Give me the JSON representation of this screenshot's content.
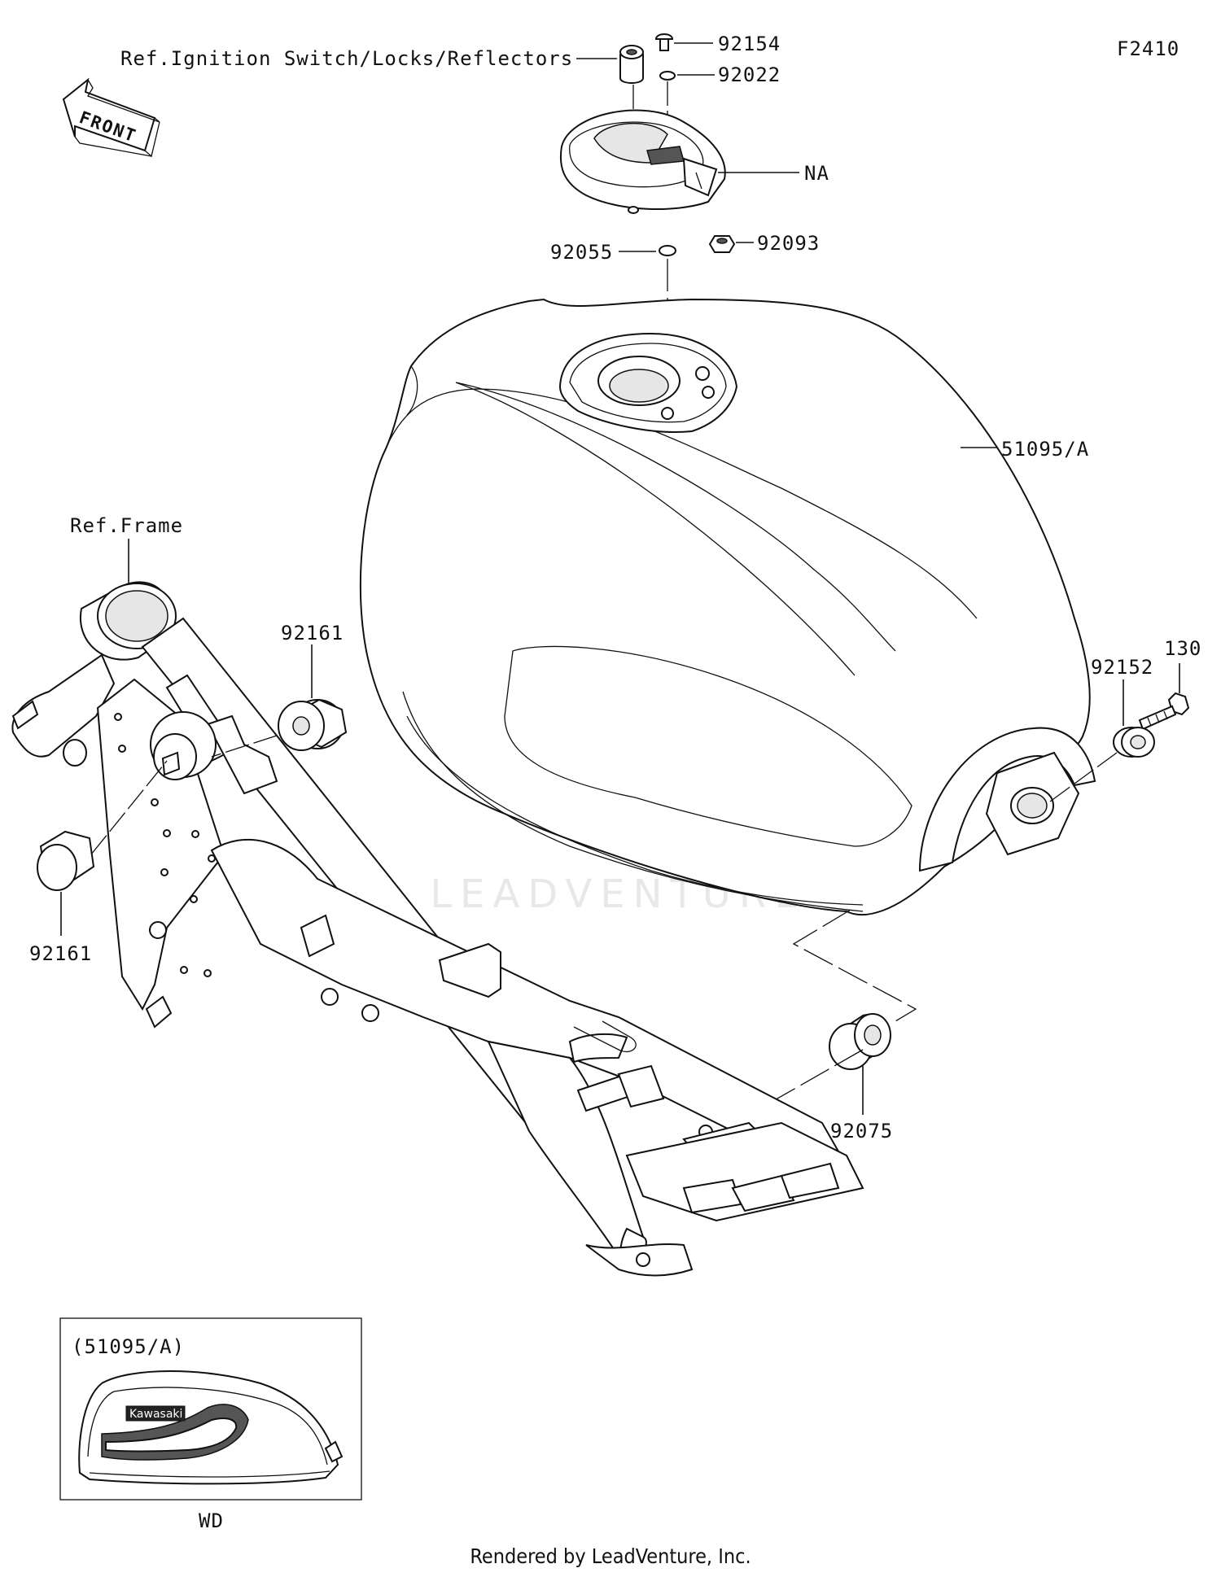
{
  "diagram": {
    "code": "F2410",
    "front_label": "FRONT",
    "references": {
      "ignition": "Ref.Ignition Switch/Locks/Reflectors",
      "frame": "Ref.Frame"
    },
    "parts": {
      "p92154": "92154",
      "p92022": "92022",
      "pNA": "NA",
      "p92055": "92055",
      "p92093": "92093",
      "p51095A": "51095/A",
      "p92161_top": "92161",
      "p92161_left": "92161",
      "p92152": "92152",
      "p130": "130",
      "p92075": "92075"
    },
    "inset": {
      "title": "(51095/A)",
      "caption": "WD",
      "brand": "Kawasaki"
    },
    "watermark": "LEADVENTURE",
    "footer": "Rendered by LeadVenture, Inc."
  }
}
